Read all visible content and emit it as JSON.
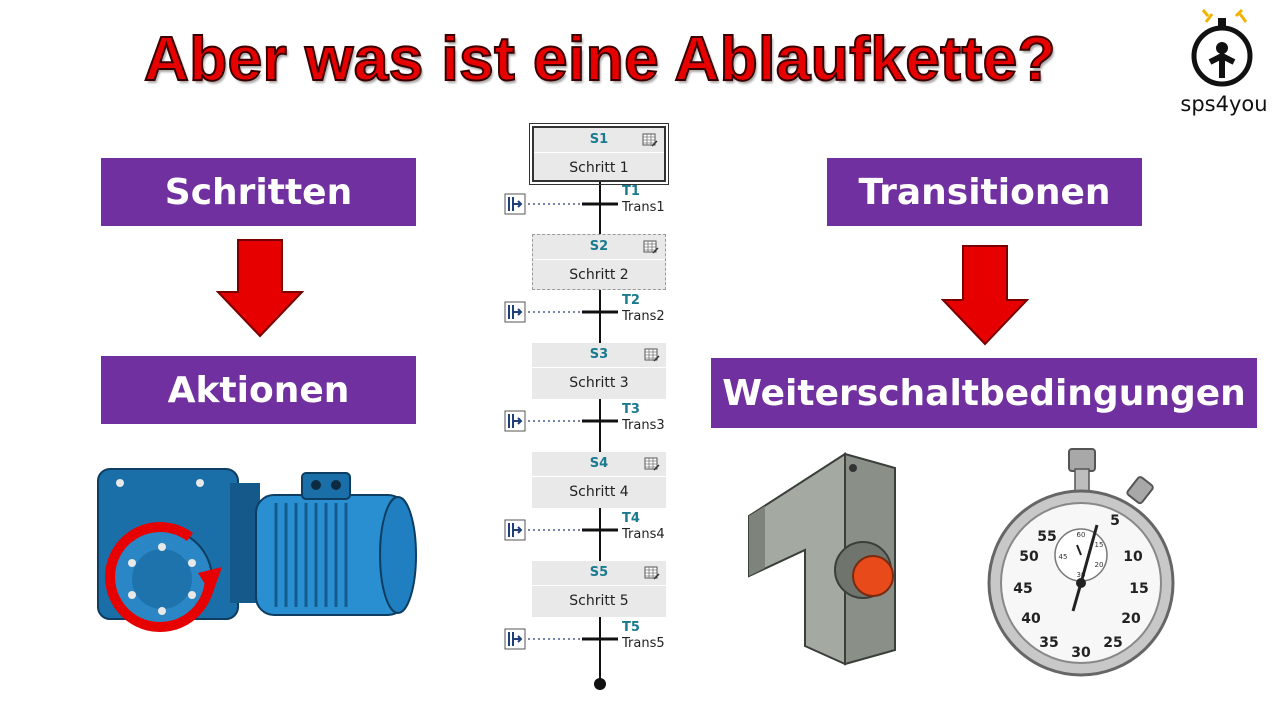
{
  "title": "Aber was ist eine Ablaufkette?",
  "logo": {
    "text": "sps4you"
  },
  "left": {
    "top_label": "Schritten",
    "bottom_label": "Aktionen"
  },
  "right": {
    "top_label": "Transitionen",
    "bottom_label": "Weiterschaltbedingungen"
  },
  "colors": {
    "box": "#7030a0",
    "arrow": "#e60000",
    "title": "#e60000",
    "step_id": "#1a7a8f"
  },
  "sequence": {
    "steps": [
      {
        "id": "S1",
        "name": "Schritt 1"
      },
      {
        "id": "S2",
        "name": "Schritt 2"
      },
      {
        "id": "S3",
        "name": "Schritt 3"
      },
      {
        "id": "S4",
        "name": "Schritt 4"
      },
      {
        "id": "S5",
        "name": "Schritt 5"
      }
    ],
    "transitions": [
      {
        "id": "T1",
        "name": "Trans1"
      },
      {
        "id": "T2",
        "name": "Trans2"
      },
      {
        "id": "T3",
        "name": "Trans3"
      },
      {
        "id": "T4",
        "name": "Trans4"
      },
      {
        "id": "T5",
        "name": "Trans5"
      }
    ]
  },
  "stopwatch": {
    "outer": [
      "5",
      "10",
      "15",
      "20",
      "25",
      "30",
      "35",
      "40",
      "45",
      "50",
      "55"
    ],
    "inner": [
      "60",
      "15",
      "20",
      "30",
      "45"
    ]
  },
  "images": {
    "motor": "gear-motor-icon",
    "sensor": "inductive-sensor-icon",
    "stopwatch": "stopwatch-icon"
  }
}
